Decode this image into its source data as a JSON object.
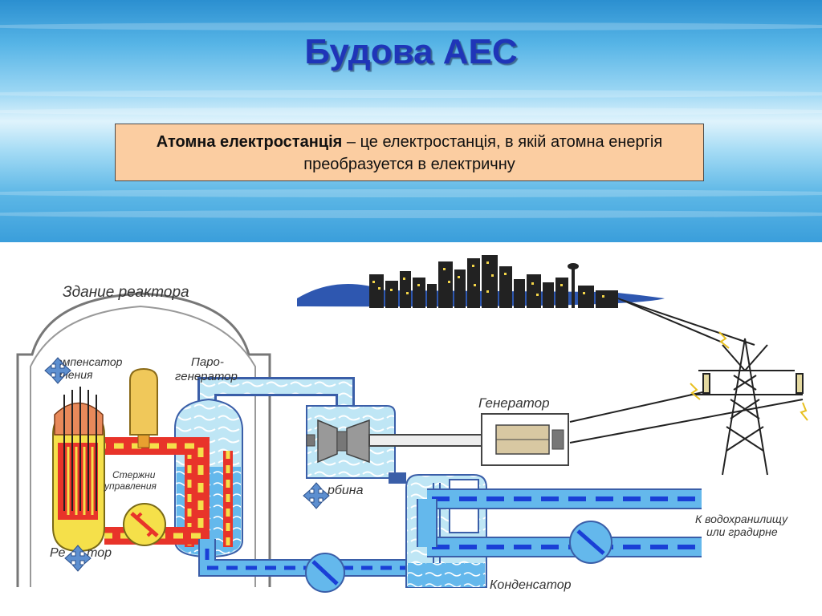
{
  "slide": {
    "title": "Будова  АЕС",
    "definition_term": "Атомна електростанція",
    "definition_text": " – це електростанція, в якій атомна енергія преобразуется в електричну"
  },
  "labels": {
    "building": "Здание реактора",
    "compensator": "омпенсатор\nвления",
    "steam_generator": "Паро-\nгенератор",
    "control_rods": "Стержни\nуправления",
    "reactor": "Ре      тор",
    "turbine": "рбина",
    "generator": "Генератор",
    "condenser": "Конденсатор",
    "reservoir": "К водохранилищу\nили градирне"
  },
  "colors": {
    "title": "#1f35b8",
    "definition_bg": "#fbcda1",
    "primary_loop": "#e8342a",
    "secondary_loop": "#1a3fd6",
    "steam_pipe": "#bfe6f5",
    "reactor_core": "#f5e04a",
    "move_cross": "#5d8fd0"
  }
}
